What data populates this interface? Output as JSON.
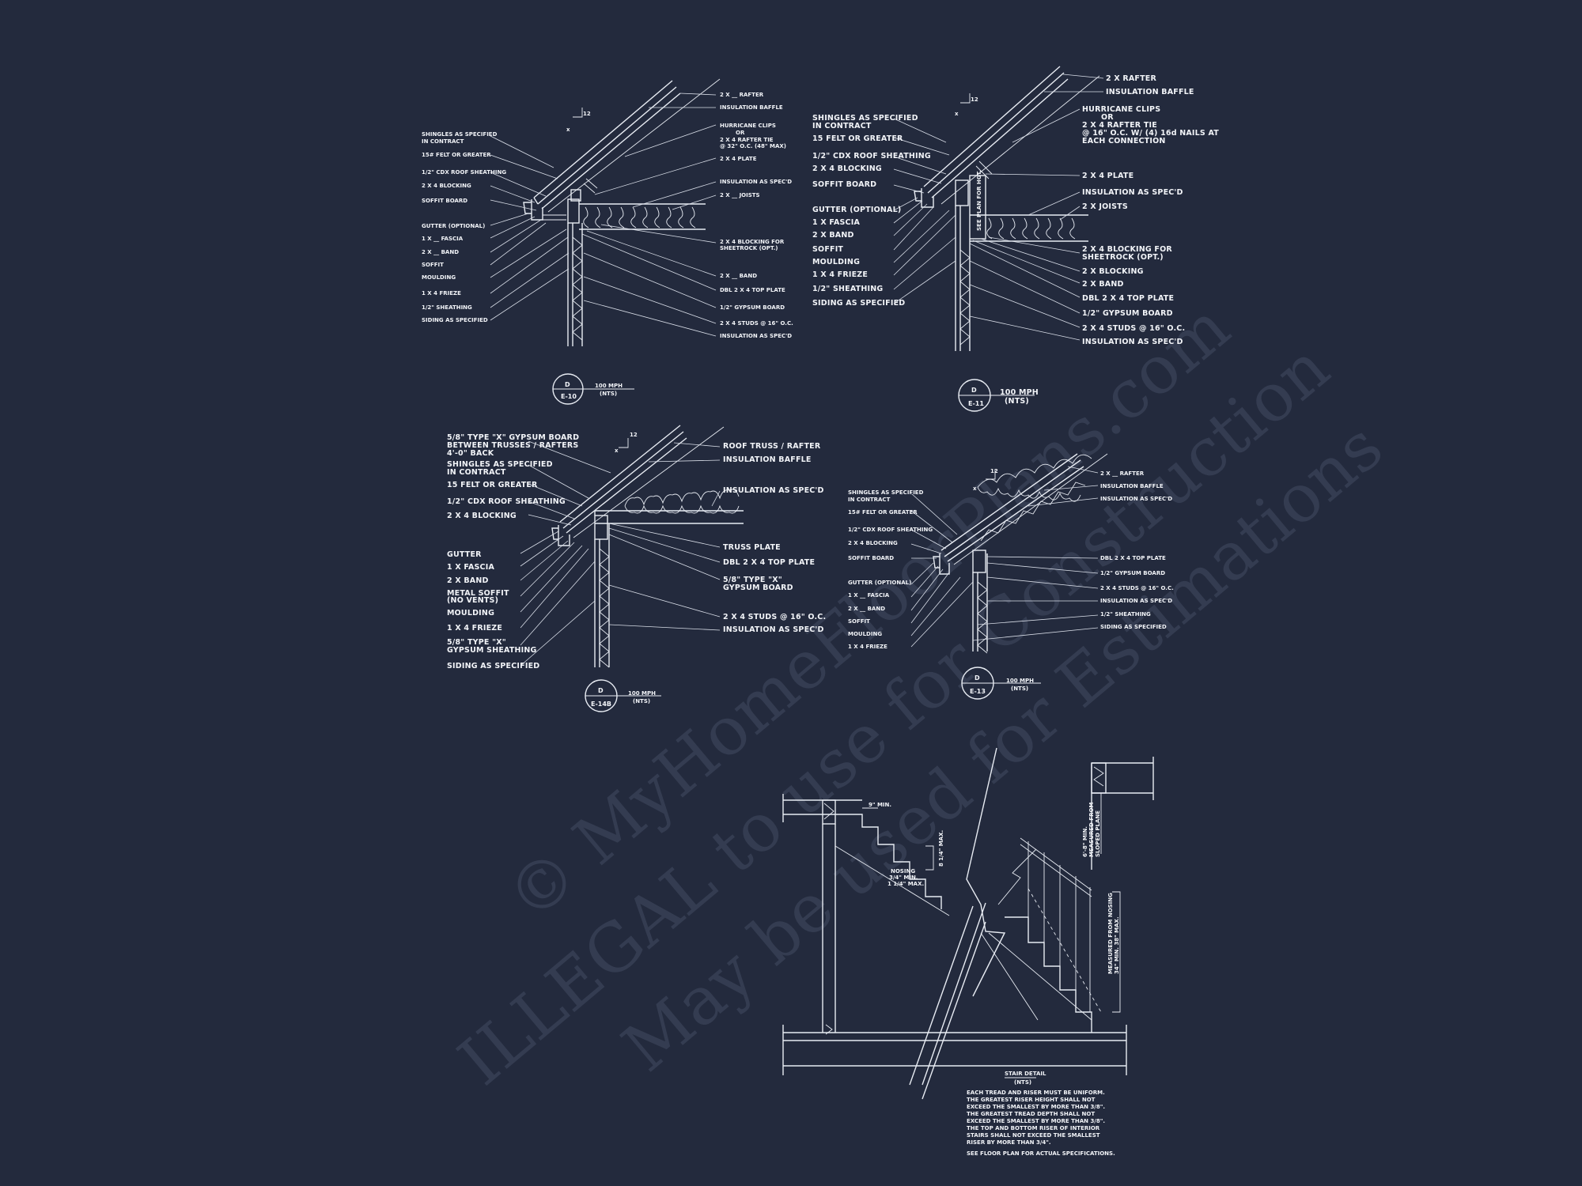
{
  "watermark": [
    "© MyHomeFloorPlans.com",
    "ILLEGAL to use for Construction",
    "May be used for Estimations"
  ],
  "detail_e10": {
    "bubble_letter": "D",
    "bubble_number": "E-10",
    "wind": "100 MPH",
    "scale": "(NTS)",
    "pitch": "12",
    "labels_left": [
      "SHINGLES AS SPECIFIED",
      "IN CONTRACT",
      "15# FELT OR GREATER",
      "1/2\" CDX ROOF SHEATHING",
      "2 X 4 BLOCKING",
      "SOFFIT BOARD",
      "GUTTER (OPTIONAL)",
      "1 X __ FASCIA",
      "2 X __ BAND",
      "SOFFIT",
      "MOULDING",
      "1 X 4 FRIEZE",
      "1/2\" SHEATHING",
      "SIDING AS SPECIFIED"
    ],
    "labels_right": [
      "2 X __ RAFTER",
      "INSULATION BAFFLE",
      "HURRICANE CLIPS",
      "OR",
      "2 X 4 RAFTER TIE",
      "@ 32\" O.C. (48\" MAX)",
      "2 X 4 PLATE",
      "INSULATION AS SPEC'D",
      "2 X __ JOISTS",
      "2 X 4 BLOCKING FOR",
      "SHEETROCK (OPT.)",
      "2 X __ BAND",
      "DBL 2 X 4 TOP PLATE",
      "1/2\" GYPSUM BOARD",
      "2 X 4 STUDS @ 16\" O.C.",
      "INSULATION AS SPEC'D"
    ]
  },
  "detail_e11": {
    "bubble_letter": "D",
    "bubble_number": "E-11",
    "wind": "100 MPH",
    "scale": "(NTS)",
    "pitch": "12",
    "labels_left": [
      "SHINGLES AS SPECIFIED",
      "IN CONTRACT",
      "15 FELT OR GREATER",
      "1/2\" CDX ROOF SHEATHING",
      "2 X 4 BLOCKING",
      "SOFFIT BOARD",
      "GUTTER (OPTIONAL)",
      "1 X FASCIA",
      "2 X BAND",
      "SOFFIT",
      "MOULDING",
      "1 X 4 FRIEZE",
      "1/2\" SHEATHING",
      "SIDING AS SPECIFIED"
    ],
    "labels_right": [
      "2 X RAFTER",
      "INSULATION BAFFLE",
      "HURRICANE CLIPS",
      "OR",
      "2 X 4 RAFTER TIE",
      "@ 16\" O.C. W/ (4) 16d NAILS AT",
      "EACH CONNECTION",
      "2 X 4 PLATE",
      "INSULATION AS SPEC'D",
      "2 X JOISTS",
      "2 X 4 BLOCKING FOR",
      "SHEETROCK (OPT.)",
      "2 X BLOCKING",
      "2 X BAND",
      "DBL 2 X 4 TOP PLATE",
      "1/2\" GYPSUM BOARD",
      "2 X 4 STUDS @ 16\" O.C.",
      "INSULATION AS SPEC'D"
    ],
    "vertical_note": "SEE PLAN FOR HGT."
  },
  "detail_e14b": {
    "bubble_letter": "D",
    "bubble_number": "E-14B",
    "wind": "100 MPH",
    "scale": "(NTS)",
    "pitch": "12",
    "labels_left": [
      "5/8\" TYPE \"X\" GYPSUM BOARD",
      "BETWEEN TRUSSES / RAFTERS",
      "4'-0\" BACK",
      "SHINGLES AS SPECIFIED",
      "IN CONTRACT",
      "15 FELT OR GREATER",
      "1/2\" CDX ROOF SHEATHING",
      "2 X 4 BLOCKING",
      "GUTTER",
      "1 X FASCIA",
      "2 X BAND",
      "METAL SOFFIT",
      "(NO VENTS)",
      "MOULDING",
      "1 X 4 FRIEZE",
      "5/8\" TYPE \"X\"",
      "GYPSUM SHEATHING",
      "SIDING AS SPECIFIED"
    ],
    "labels_right": [
      "ROOF TRUSS / RAFTER",
      "INSULATION BAFFLE",
      "INSULATION AS SPEC'D",
      "TRUSS PLATE",
      "DBL 2 X 4 TOP PLATE",
      "5/8\" TYPE \"X\"",
      "GYPSUM BOARD",
      "2 X 4 STUDS @ 16\" O.C.",
      "INSULATION AS SPEC'D"
    ]
  },
  "detail_e13": {
    "bubble_letter": "D",
    "bubble_number": "E-13",
    "wind": "100 MPH",
    "scale": "(NTS)",
    "pitch": "12",
    "labels_left": [
      "SHINGLES AS SPECIFIED",
      "IN CONTRACT",
      "15# FELT OR GREATER",
      "1/2\" CDX ROOF SHEATHING",
      "2 X 4 BLOCKING",
      "SOFFIT BOARD",
      "GUTTER (OPTIONAL)",
      "1 X __ FASCIA",
      "2 X __ BAND",
      "SOFFIT",
      "MOULDING",
      "1 X 4 FRIEZE"
    ],
    "labels_right": [
      "2 X __ RAFTER",
      "INSULATION BAFFLE",
      "INSULATION AS SPEC'D",
      "DBL 2 X 4 TOP PLATE",
      "1/2\" GYPSUM BOARD",
      "2 X 4 STUDS @ 16\" O.C.",
      "INSULATION AS SPEC'D",
      "1/2\" SHEATHING",
      "SIDING AS SPECIFIED"
    ]
  },
  "stair": {
    "tread_dim": "9\" MIN.",
    "riser_dim": "8 1/4\" MAX.",
    "nosing": [
      "NOSING",
      "3/4\" MIN.",
      "1 1/4\" MAX."
    ],
    "headroom": [
      "6'-8\" MIN.",
      "MEASURED FROM",
      "SLOPED PLANE"
    ],
    "handrail": [
      "MEASURED FROM NOSING",
      "34\" MIN. 38\" MAX."
    ],
    "title": "STAIR DETAIL",
    "scale": "(NTS)",
    "notes": [
      "EACH TREAD AND RISER MUST BE UNIFORM.",
      "THE GREATEST RISER HEIGHT SHALL NOT",
      "EXCEED THE SMALLEST BY MORE THAN 3/8\".",
      "THE GREATEST TREAD DEPTH SHALL NOT",
      "EXCEED THE SMALLEST BY MORE THAN 3/8\".",
      "THE TOP AND BOTTOM RISER OF INTERIOR",
      "STAIRS SHALL NOT EXCEED THE SMALLEST",
      "RISER BY MORE THAN 3/4\".",
      "SEE FLOOR PLAN FOR ACTUAL SPECIFICATIONS."
    ]
  }
}
